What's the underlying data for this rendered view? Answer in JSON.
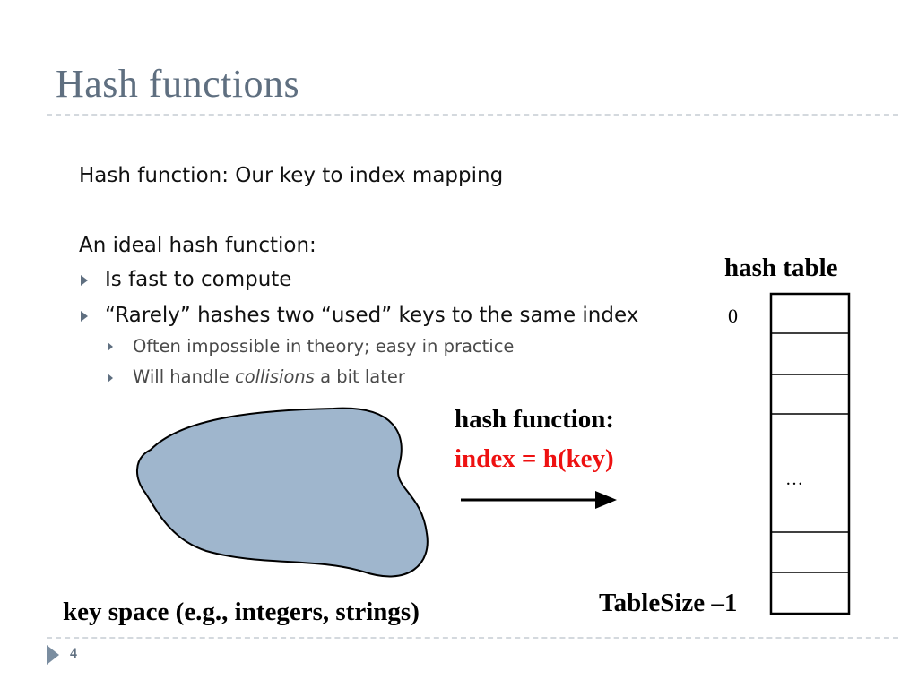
{
  "slide": {
    "title": "Hash functions",
    "line1": "Hash function: Our key to index mapping",
    "line2": "An ideal hash function:",
    "bullets": [
      "Is fast to compute",
      "“Rarely” hashes two “used” keys to the same index"
    ],
    "sub_bullets": {
      "first": "Often impossible in theory; easy in practice",
      "second_prefix": "Will handle ",
      "second_italic": "collisions",
      "second_suffix": " a bit later"
    },
    "slide_number": "4"
  },
  "diagram": {
    "key_space_label": "key space (e.g., integers, strings)",
    "hash_function_label": "hash function:",
    "hash_formula": "index = h(key)",
    "hash_table_label": "hash table",
    "index_zero": "0",
    "ellipsis": "…",
    "last_index": "TableSize –1",
    "colors": {
      "blob_fill": "#9fb6cd",
      "formula_red": "#ee1111",
      "title_gray": "#5f6f80"
    }
  }
}
